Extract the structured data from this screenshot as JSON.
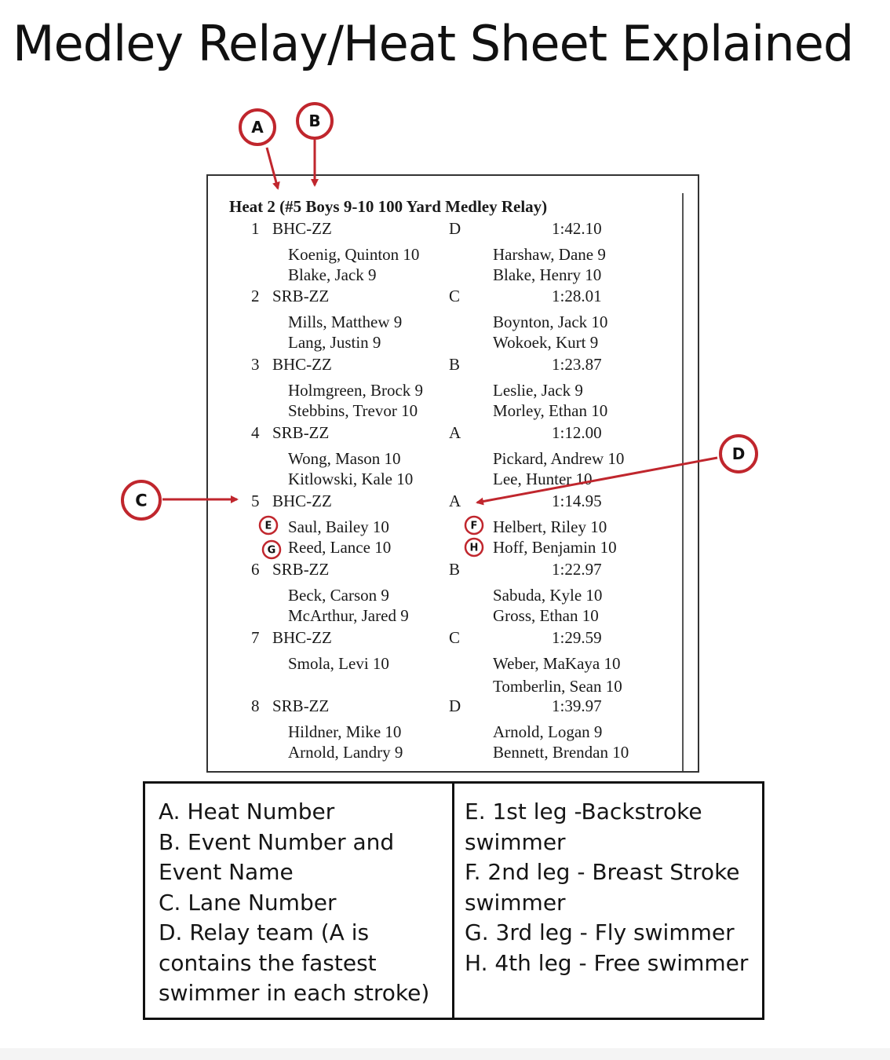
{
  "title": "Medley Relay/Heat Sheet Explained",
  "accent_color": "#c0262d",
  "heat_sheet": {
    "header": "Heat   2  (#5 Boys 9-10 100 Yard Medley Relay)",
    "entries": [
      {
        "lane": "1",
        "team": "BHC-ZZ",
        "relay": "D",
        "time": "1:42.10",
        "swimmers": [
          "Koenig, Quinton 10",
          "Harshaw, Dane 9",
          "Blake, Jack 9",
          "Blake, Henry 10"
        ]
      },
      {
        "lane": "2",
        "team": "SRB-ZZ",
        "relay": "C",
        "time": "1:28.01",
        "swimmers": [
          "Mills, Matthew 9",
          "Boynton, Jack 10",
          "Lang, Justin 9",
          "Wokoek, Kurt 9"
        ]
      },
      {
        "lane": "3",
        "team": "BHC-ZZ",
        "relay": "B",
        "time": "1:23.87",
        "swimmers": [
          "Holmgreen, Brock 9",
          "Leslie, Jack 9",
          "Stebbins, Trevor 10",
          "Morley, Ethan 10"
        ]
      },
      {
        "lane": "4",
        "team": "SRB-ZZ",
        "relay": "A",
        "time": "1:12.00",
        "swimmers": [
          "Wong, Mason 10",
          "Pickard, Andrew 10",
          "Kitlowski, Kale 10",
          "Lee, Hunter 10"
        ]
      },
      {
        "lane": "5",
        "team": "BHC-ZZ",
        "relay": "A",
        "time": "1:14.95",
        "swimmers": [
          "Saul, Bailey 10",
          "Helbert, Riley 10",
          "Reed, Lance 10",
          "Hoff, Benjamin 10"
        ]
      },
      {
        "lane": "6",
        "team": "SRB-ZZ",
        "relay": "B",
        "time": "1:22.97",
        "swimmers": [
          "Beck, Carson 9",
          "Sabuda, Kyle 10",
          "McArthur, Jared 9",
          "Gross, Ethan 10"
        ]
      },
      {
        "lane": "7",
        "team": "BHC-ZZ",
        "relay": "C",
        "time": "1:29.59",
        "swimmers": [
          "Smola, Levi 10",
          "Weber, MaKaya 10",
          "",
          "Tomberlin, Sean 10"
        ]
      },
      {
        "lane": "8",
        "team": "SRB-ZZ",
        "relay": "D",
        "time": "1:39.97",
        "swimmers": [
          "Hildner, Mike 10",
          "Arnold, Logan 9",
          "Arnold, Landry 9",
          "Bennett, Brendan 10"
        ]
      }
    ]
  },
  "markers": [
    "A",
    "B",
    "C",
    "D",
    "E",
    "F",
    "G",
    "H"
  ],
  "legend": {
    "left": [
      "A. Heat Number",
      "B. Event Number and",
      "Event Name",
      "C. Lane Number",
      "D. Relay team (A is",
      "contains the fastest",
      "swimmer in each stroke)"
    ],
    "right": [
      "E. 1st leg -Backstroke",
      "swimmer",
      "F. 2nd leg - Breast Stroke",
      "swimmer",
      "G. 3rd leg - Fly swimmer",
      "H. 4th leg - Free swimmer"
    ]
  }
}
